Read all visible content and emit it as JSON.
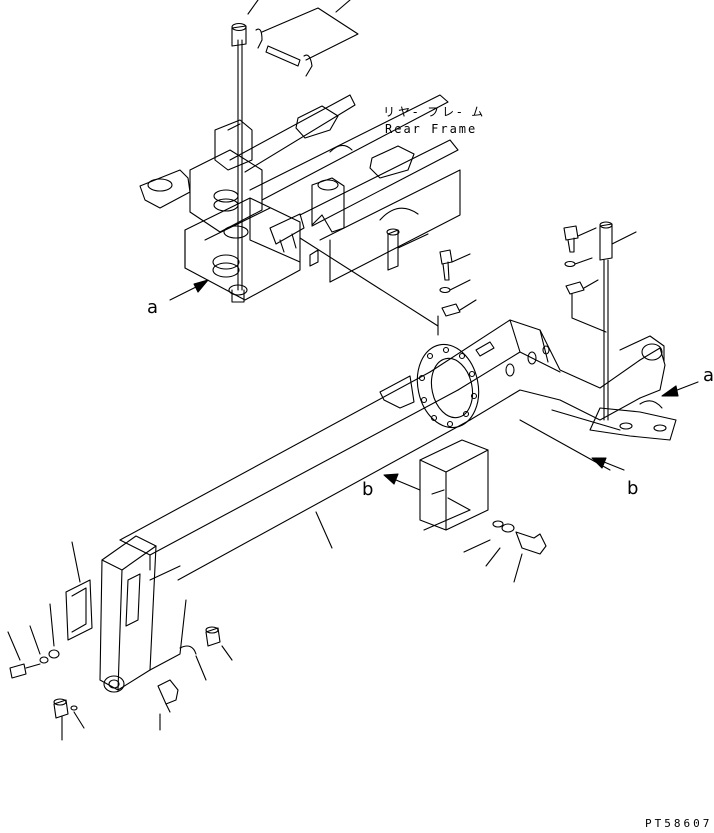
{
  "rear_frame": {
    "label_jp": "リヤ- フレ- ム",
    "label_en": "Rear Frame"
  },
  "view_markers": {
    "a_left": "a",
    "a_right": "a",
    "b_left": "b",
    "b_right": "b"
  },
  "drawing_code": "PT58607",
  "colors": {
    "ink": "#000000",
    "paper": "#ffffff"
  }
}
